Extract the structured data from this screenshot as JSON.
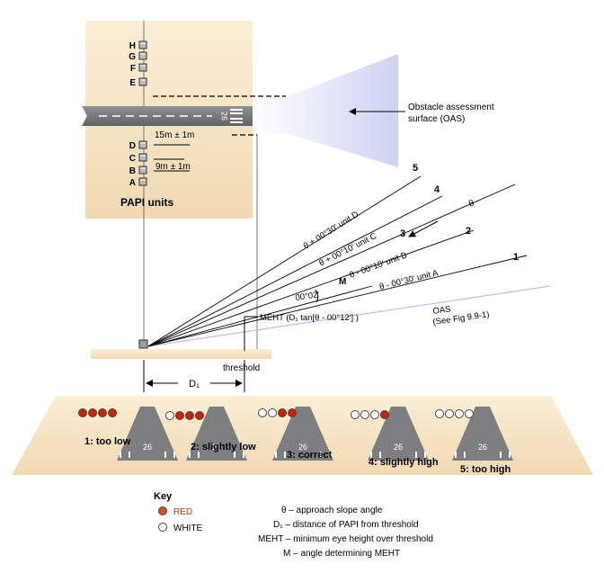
{
  "units_title": "PAPI units",
  "unit_letters": [
    "H",
    "G",
    "F",
    "E",
    "D",
    "C",
    "B",
    "A"
  ],
  "runway_number": "26",
  "spacing_label_1": "15m ± 1m",
  "spacing_label_2": "9m ± 1m",
  "oas_callout": [
    "Obstacle assessment",
    "surface (OAS)"
  ],
  "beam_numbers": [
    "5",
    "4",
    "3",
    "2",
    "1"
  ],
  "beam_labels": [
    "θ + 00°30′ unit D",
    "θ + 00°10′ unit C",
    "θ - 00°10′ unit B",
    "θ - 00°30′ unit A"
  ],
  "theta_symbol": "θ",
  "m_symbol": "M",
  "angle_0002": "00°02′",
  "meht_label": "MEHT (D₁ tan[θ - 00°12′] )",
  "oas_label": [
    "OAS",
    "(See Fig 9.9-1)"
  ],
  "threshold_label": "threshold",
  "d1_label": "D₁",
  "indications": [
    {
      "label": "1:  too low",
      "lights": [
        "red",
        "red",
        "red",
        "red"
      ]
    },
    {
      "label": "2: slightly low",
      "lights": [
        "white",
        "red",
        "red",
        "red"
      ]
    },
    {
      "label": "3: correct",
      "lights": [
        "white",
        "white",
        "red",
        "red"
      ]
    },
    {
      "label": "4: slightly high",
      "lights": [
        "white",
        "white",
        "white",
        "red"
      ]
    },
    {
      "label": "5: too high",
      "lights": [
        "white",
        "white",
        "white",
        "white"
      ]
    }
  ],
  "key": {
    "title": "Key",
    "red_label": "RED",
    "white_label": "WHITE"
  },
  "legend": [
    "θ – approach slope angle",
    "D₁ – distance of PAPI from threshold",
    "MEHT – minimum eye height over threshold",
    "M – angle determining MEHT"
  ],
  "colors": {
    "red_light": "#cc2200",
    "red_key": "#e34a1a",
    "ground": "#f6e3c2",
    "runway": "#7b7f80",
    "oas": "#dcdff5"
  }
}
